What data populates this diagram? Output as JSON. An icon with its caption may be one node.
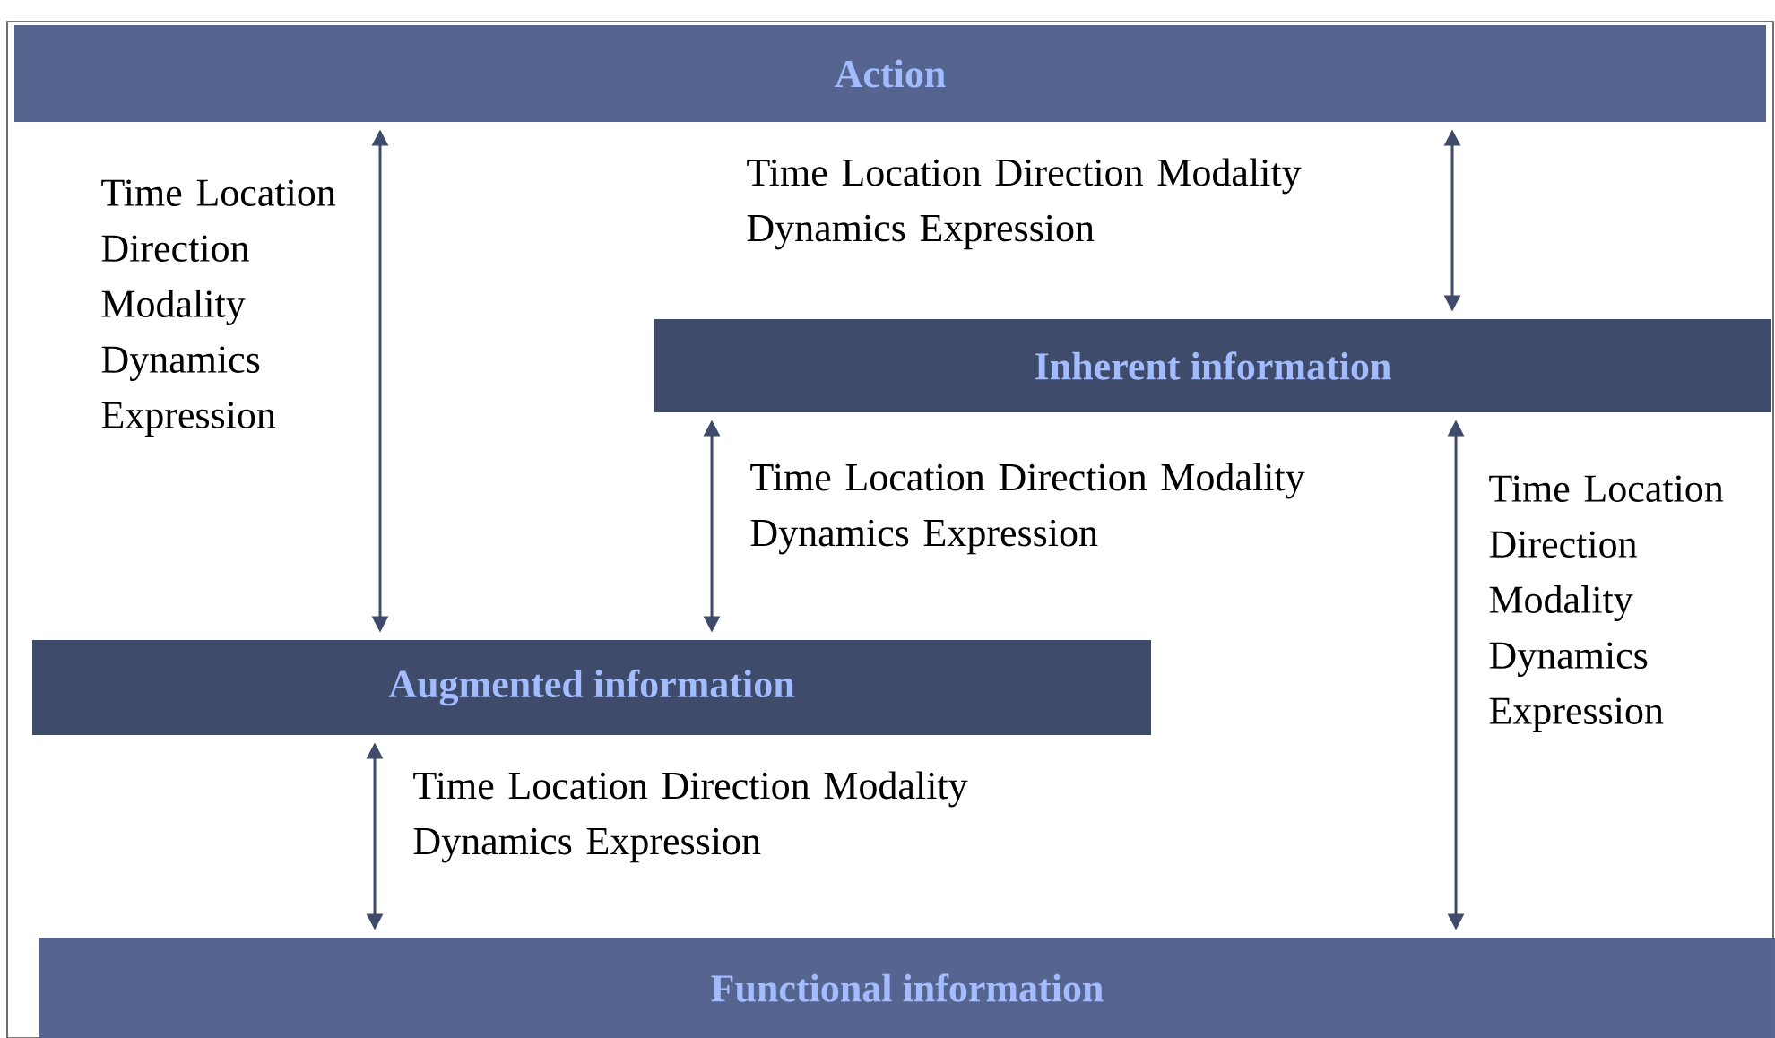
{
  "diagram": {
    "nodes": [
      {
        "text": [
          "Action"
        ]
      },
      {
        "text": [
          "Inherent information"
        ]
      },
      {
        "text": [
          "Augmented information"
        ]
      },
      {
        "text": [
          "Functional information"
        ]
      }
    ],
    "edges": [
      {
        "from": 0,
        "to": 2,
        "arrow": "both",
        "label": "Time Location Direction Modality Dynamics Expression"
      },
      {
        "from": 0,
        "to": 1,
        "arrow": "both",
        "label": "Time Location Direction Modality Dynamics Expression"
      },
      {
        "from": 1,
        "to": 2,
        "arrow": "both",
        "label": "Time Location Direction Modality Dynamics Expression"
      },
      {
        "from": 2,
        "to": 3,
        "arrow": "both",
        "label": "Time Location Direction Modality Dynamics Expression"
      },
      {
        "from": 1,
        "to": 3,
        "arrow": "both",
        "label": "Time Location Direction Modality Dynamics Expression"
      }
    ]
  }
}
